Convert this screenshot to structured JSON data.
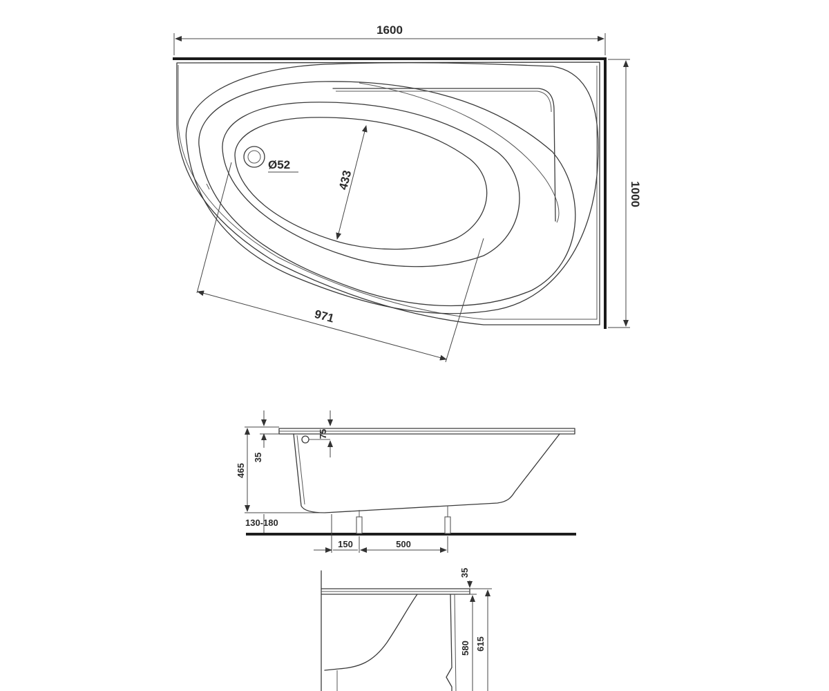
{
  "top_view": {
    "width_label": "1600",
    "depth_label": "1000",
    "drain_label": "Ø52",
    "basin_width_label": "433",
    "basin_length_label": "971"
  },
  "side_view": {
    "height_label": "465",
    "rim_label": "35",
    "overflow_label": "75",
    "legs_label": "130-180",
    "leg_offset_label": "150",
    "leg_spacing_label": "500"
  },
  "end_view": {
    "rim_label": "35",
    "inner_height_label": "580",
    "outer_height_label": "615"
  }
}
